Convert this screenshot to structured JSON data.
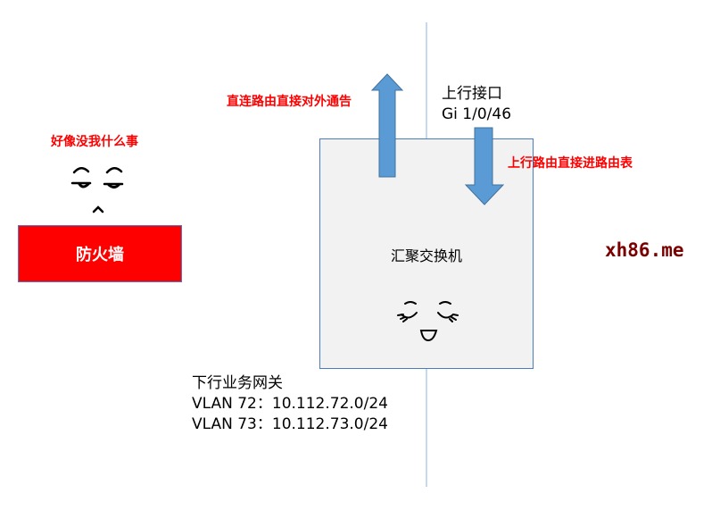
{
  "labels": {
    "upstream_route": "直连路由直接对外通告",
    "uplink_title": "上行接口",
    "uplink_port": "Gi 1/0/46",
    "downstream_route": "上行路由直接进路由表",
    "firewall_comment": "好像没我什么事",
    "firewall": "防火墙",
    "switch": "汇聚交换机",
    "watermark": "xh86.me",
    "gateway_title": "下行业务网关",
    "vlan72": "VLAN 72：10.112.72.0/24",
    "vlan73": "VLAN 73：10.112.73.0/24"
  },
  "colors": {
    "arrow": "#5b9bd5",
    "firewall": "#ff0000",
    "label": "#ff0000",
    "switch_fill": "#f2f2f2",
    "line": "#8db3e2"
  }
}
